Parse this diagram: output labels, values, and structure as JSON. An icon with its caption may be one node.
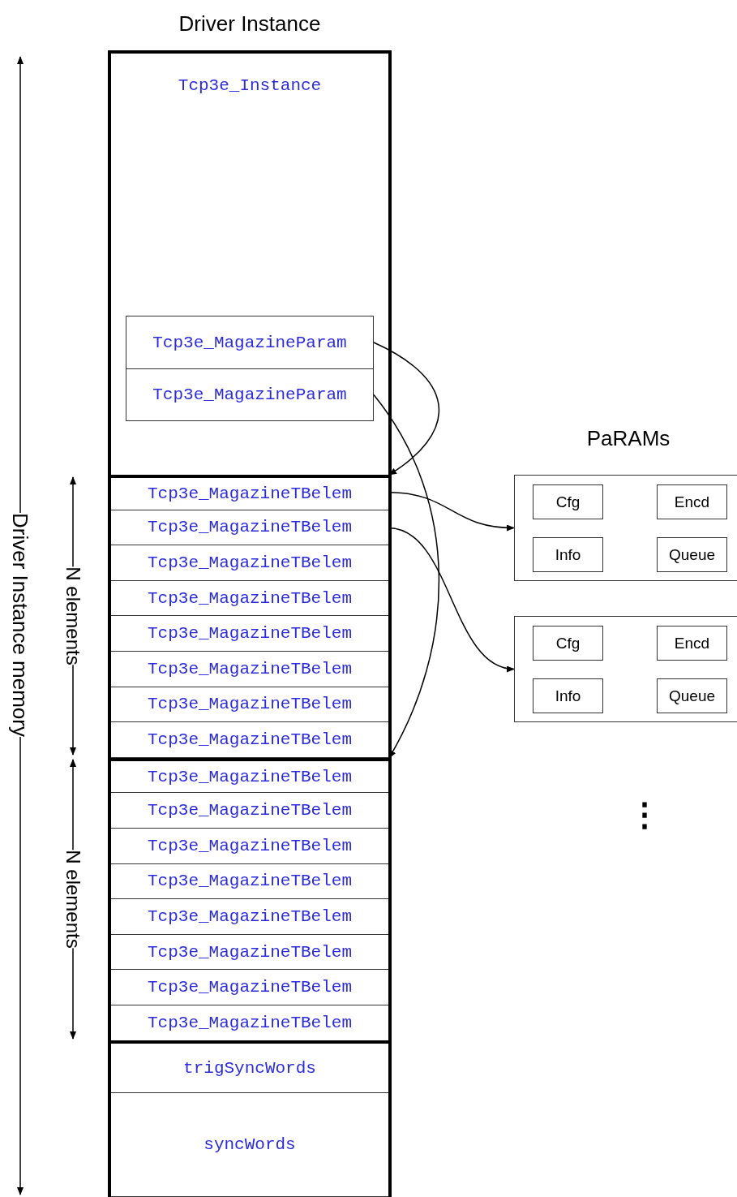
{
  "diagram": {
    "nodes": [
      {
        "text": [
          "Driver Instance"
        ]
      },
      {
        "text": [
          "Tcp3e_Instance"
        ],
        "in": 0
      },
      {
        "text": [
          "Tcp3e_MagazineParam"
        ],
        "in": 1
      },
      {
        "text": [
          "Tcp3e_MagazineParam"
        ],
        "in": 1
      },
      {
        "text": [
          "Tcp3e_MagazineTBelem"
        ],
        "in": 0
      },
      {
        "text": [
          "Tcp3e_MagazineTBelem"
        ],
        "in": 0
      },
      {
        "text": [
          "Tcp3e_MagazineTBelem"
        ],
        "in": 0
      },
      {
        "text": [
          "Tcp3e_MagazineTBelem"
        ],
        "in": 0
      },
      {
        "text": [
          "Tcp3e_MagazineTBelem"
        ],
        "in": 0
      },
      {
        "text": [
          "Tcp3e_MagazineTBelem"
        ],
        "in": 0
      },
      {
        "text": [
          "Tcp3e_MagazineTBelem"
        ],
        "in": 0
      },
      {
        "text": [
          "Tcp3e_MagazineTBelem"
        ],
        "in": 0
      },
      {
        "text": [
          "Tcp3e_MagazineTBelem"
        ],
        "in": 0
      },
      {
        "text": [
          "Tcp3e_MagazineTBelem"
        ],
        "in": 0
      },
      {
        "text": [
          "Tcp3e_MagazineTBelem"
        ],
        "in": 0
      },
      {
        "text": [
          "Tcp3e_MagazineTBelem"
        ],
        "in": 0
      },
      {
        "text": [
          "Tcp3e_MagazineTBelem"
        ],
        "in": 0
      },
      {
        "text": [
          "Tcp3e_MagazineTBelem"
        ],
        "in": 0
      },
      {
        "text": [
          "Tcp3e_MagazineTBelem"
        ],
        "in": 0
      },
      {
        "text": [
          "Tcp3e_MagazineTBelem"
        ],
        "in": 0
      },
      {
        "text": [
          "trigSyncWords"
        ],
        "in": 0
      },
      {
        "text": [
          "syncWords"
        ],
        "in": 0
      },
      {
        "text": [],
        "shape": "box"
      },
      {
        "text": [
          "Cfg"
        ],
        "in": 22
      },
      {
        "text": [
          "Encd"
        ],
        "in": 22
      },
      {
        "text": [
          "Info"
        ],
        "in": 22
      },
      {
        "text": [
          "Queue"
        ],
        "in": 22
      },
      {
        "text": [],
        "shape": "box"
      },
      {
        "text": [
          "Cfg"
        ],
        "in": 27
      },
      {
        "text": [
          "Encd"
        ],
        "in": 27
      },
      {
        "text": [
          "Info"
        ],
        "in": 27
      },
      {
        "text": [
          "Queue"
        ],
        "in": 27
      }
    ],
    "edges": [
      {
        "from": 2,
        "to": 4,
        "arrow": "to"
      },
      {
        "from": 3,
        "to": 12,
        "arrow": "to"
      },
      {
        "from": 4,
        "to": 22,
        "arrow": "to"
      },
      {
        "from": 5,
        "to": 27,
        "arrow": "to"
      }
    ],
    "labels": [
      "PaRAMs",
      "Driver Instance memory",
      "N elements",
      "N elements",
      "⋮"
    ]
  }
}
